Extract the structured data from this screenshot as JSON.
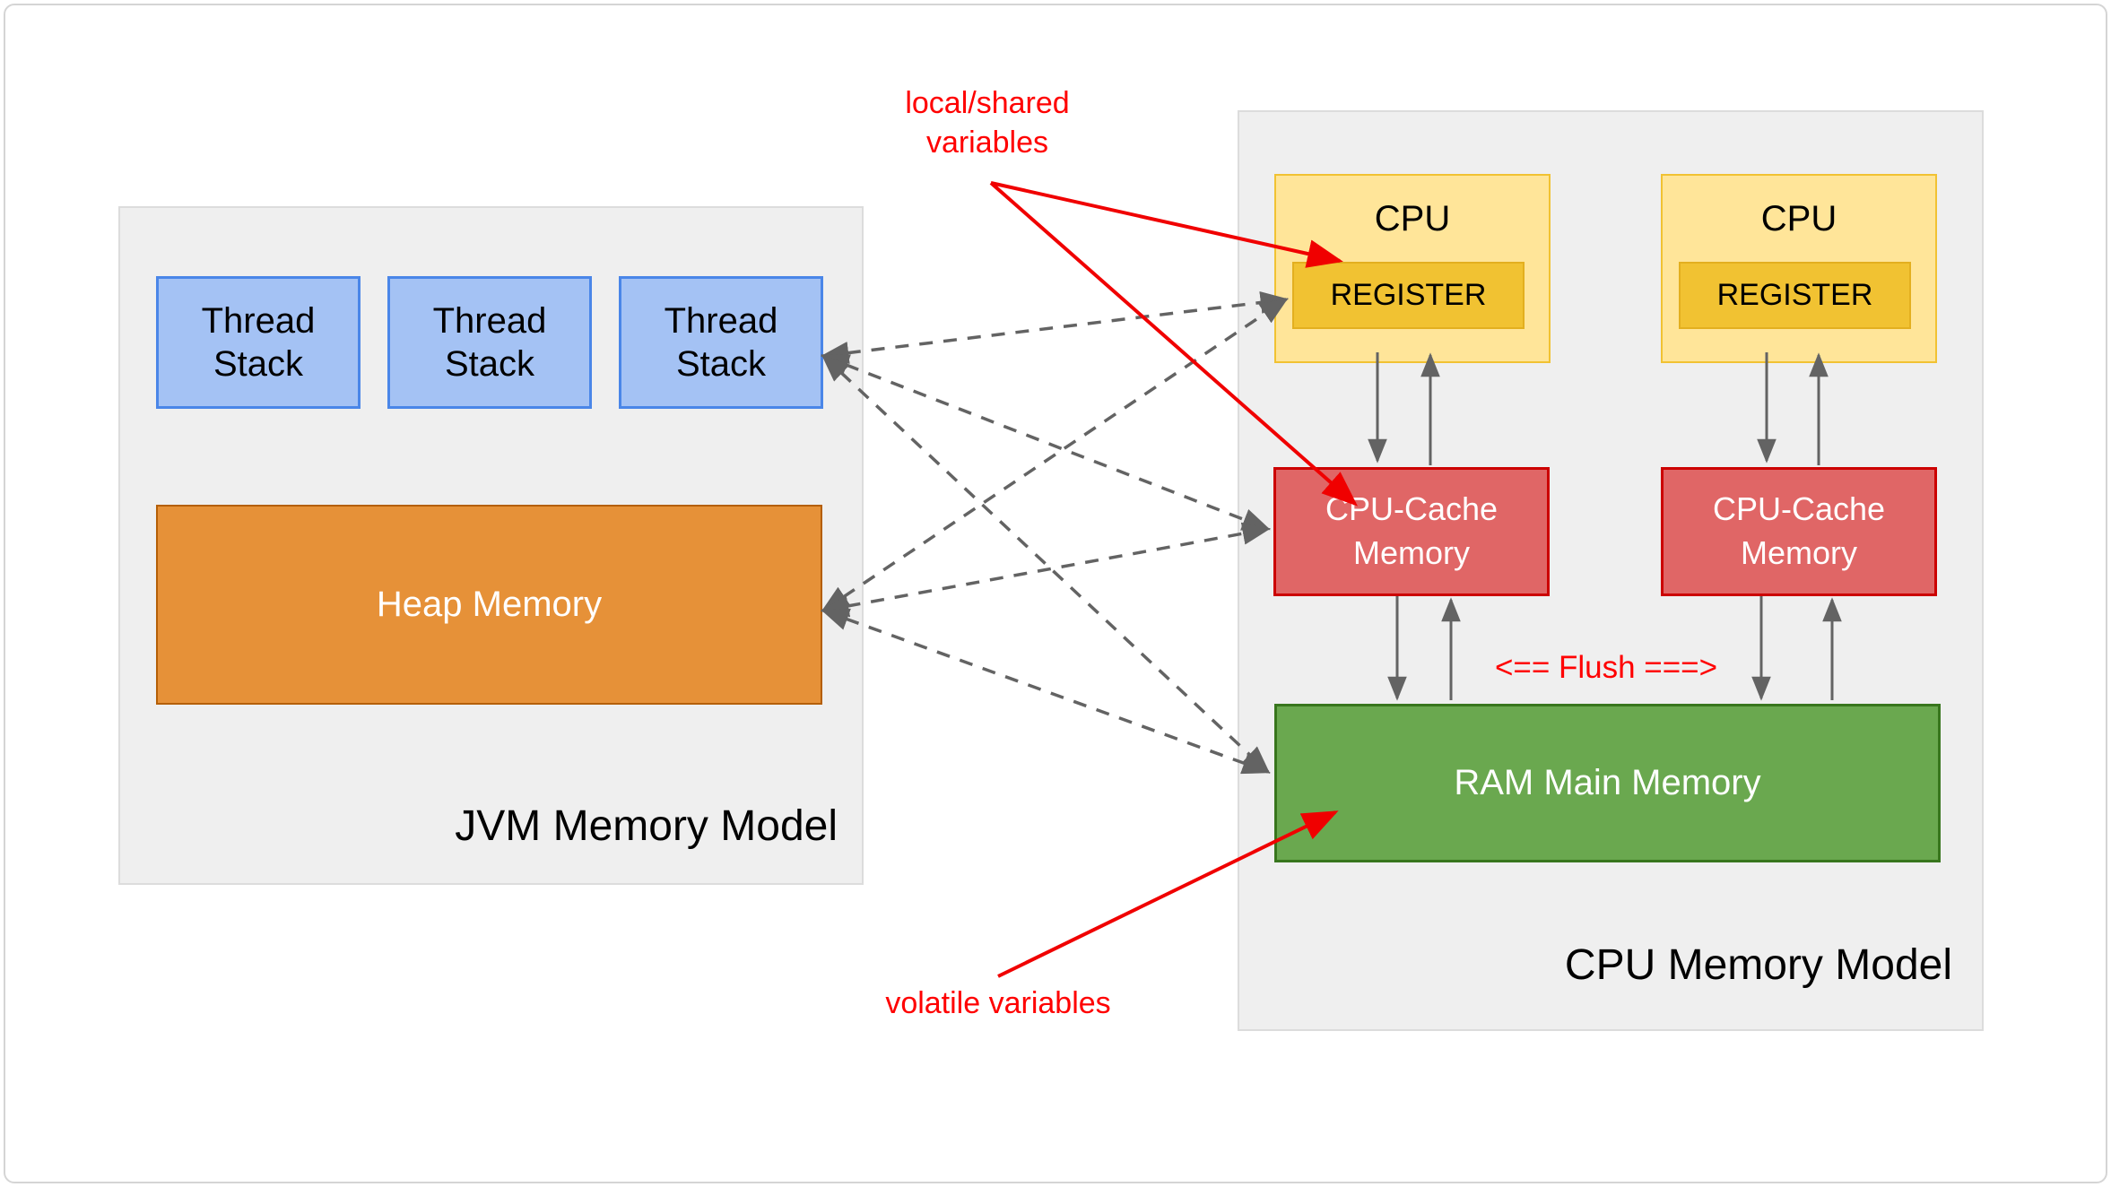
{
  "page": {
    "jvm_model": {
      "title": "JVM Memory Model",
      "thread_stacks": [
        {
          "label": "Thread Stack"
        },
        {
          "label": "Thread Stack"
        },
        {
          "label": "Thread Stack"
        }
      ],
      "heap": {
        "label": "Heap Memory"
      }
    },
    "cpu_model": {
      "title": "CPU Memory Model",
      "cpus": [
        {
          "label": "CPU",
          "register": "REGISTER",
          "cache": "CPU-Cache Memory"
        },
        {
          "label": "CPU",
          "register": "REGISTER",
          "cache": "CPU-Cache Memory"
        }
      ],
      "ram": {
        "label": "RAM Main Memory"
      },
      "flush": {
        "label": "<== Flush ===>"
      }
    },
    "annotations": {
      "local_shared": {
        "label": "local/shared variables"
      },
      "volatile": {
        "label": "volatile variables"
      }
    },
    "colors": {
      "container_fill": "#efefef",
      "container_border": "#dcdcdc",
      "thread_stack_fill": "#a4c2f4",
      "thread_stack_border": "#4a86e8",
      "heap_fill": "#e69138",
      "heap_border": "#b45f06",
      "cpu_fill": "#ffe599",
      "cpu_border": "#f1c232",
      "register_fill": "#f1c232",
      "cache_fill": "#e06666",
      "cache_border": "#cc0000",
      "ram_fill": "#6aa84f",
      "ram_border": "#38761d",
      "arrow_gray": "#636363",
      "annotation_red": "#ff0000"
    }
  }
}
